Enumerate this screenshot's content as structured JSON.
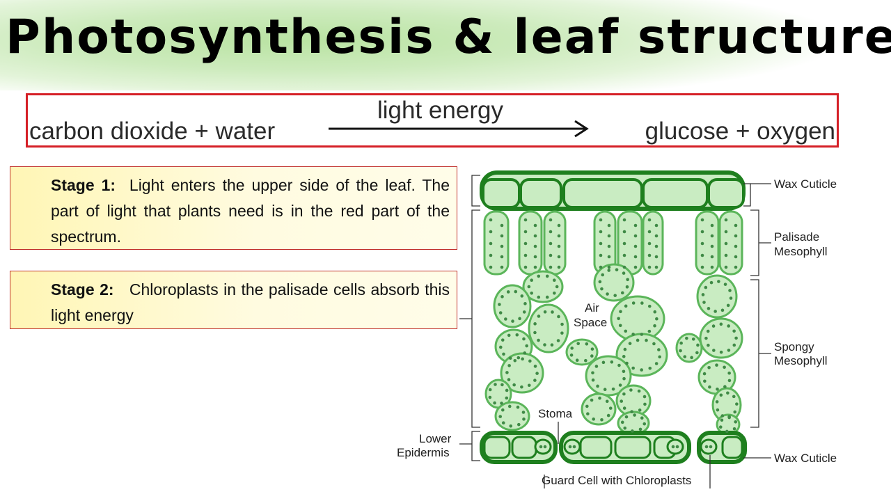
{
  "slide": {
    "title": "Photosynthesis & leaf structure"
  },
  "equation": {
    "reactants": "carbon dioxide + water",
    "condition": "light energy",
    "products": "glucose + oxygen"
  },
  "stages": [
    {
      "label": "Stage 1:",
      "text": "Light enters the upper side of the leaf. The part of light that plants need is in the red part of the spectrum."
    },
    {
      "label": "Stage 2:",
      "text": "Chloroplasts in the palisade cells absorb this light energy"
    }
  ],
  "diagram": {
    "labels": {
      "wax_cuticle_top": "Wax Cuticle",
      "palisade_line1": "Palisade",
      "palisade_line2": "Mesophyll",
      "spongy_line1": "Spongy",
      "spongy_line2": "Mesophyll",
      "air_line1": "Air",
      "air_line2": "Space",
      "stoma": "Stoma",
      "lower_line1": "Lower",
      "lower_line2": "Epidermis",
      "wax_cuticle_bottom": "Wax Cuticle",
      "guard_cell": "Guard Cell with Chloroplasts"
    },
    "colors": {
      "cell_fill": "#c9ecc2",
      "cell_stroke": "#5bb55a",
      "epidermis_stroke": "#1e7f1e",
      "chloroplast": "#3f8a46"
    }
  }
}
